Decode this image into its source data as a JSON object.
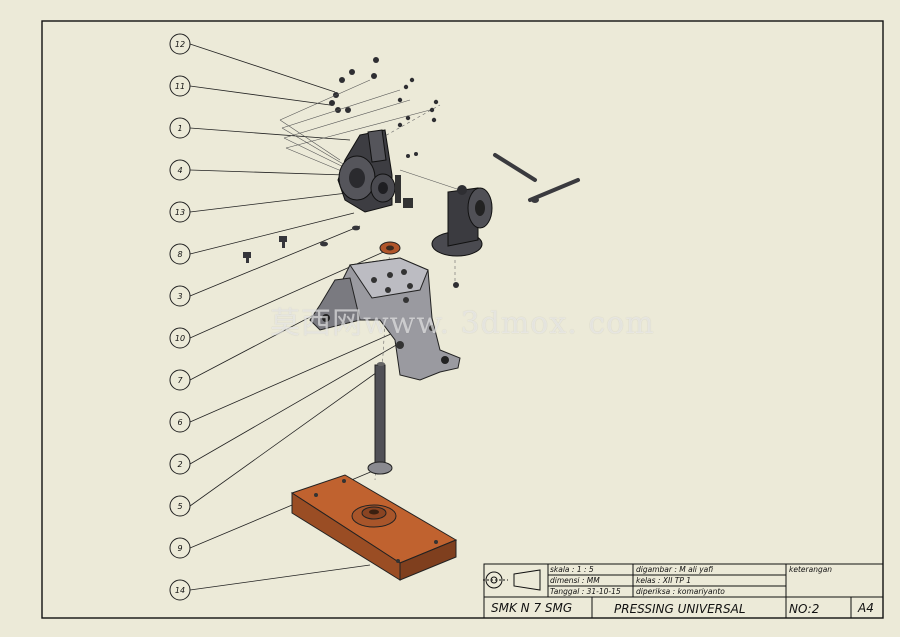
{
  "balloons": [
    "12",
    "11",
    "1",
    "4",
    "13",
    "8",
    "3",
    "10",
    "7",
    "6",
    "2",
    "5",
    "9",
    "14"
  ],
  "watermark": "莫西网www. 3dmox. com",
  "title_block": {
    "skala": "skala      : 1 : 5",
    "dimensi": "dimensi   : MM",
    "tanggal": "Tanggal : 31-10-15",
    "digambar": "digambar  : M ali yafi",
    "kelas": "kelas      : XII TP 1",
    "diperiksa": "diperiksa : komariyanto",
    "keterangan": "keterangan",
    "school": "SMK N 7 SMG",
    "title": "PRESSING UNIVERSAL",
    "number": "NO:2",
    "paper": "A4"
  },
  "colors": {
    "paper": "#ecead8",
    "frame": "#111111",
    "part_dark": "#3a3a3e",
    "base_plate": "#c0622f"
  }
}
